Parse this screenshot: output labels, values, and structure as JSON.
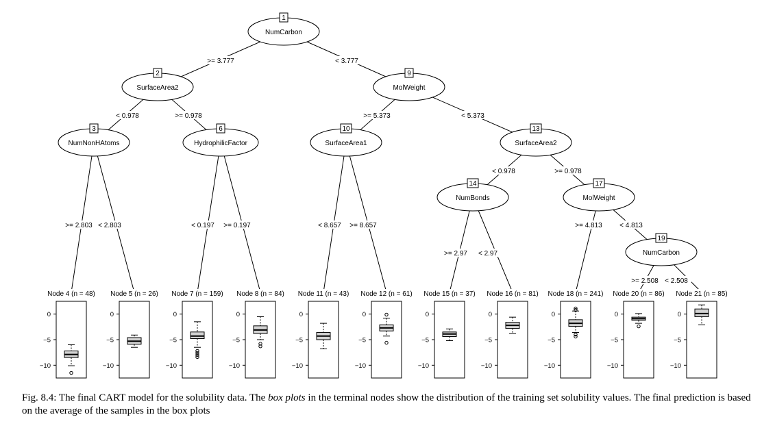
{
  "nodes": [
    {
      "id": "1",
      "var": "NumCarbon"
    },
    {
      "id": "2",
      "var": "SurfaceArea2"
    },
    {
      "id": "3",
      "var": "NumNonHAtoms"
    },
    {
      "id": "6",
      "var": "HydrophilicFactor"
    },
    {
      "id": "9",
      "var": "MolWeight"
    },
    {
      "id": "10",
      "var": "SurfaceArea1"
    },
    {
      "id": "13",
      "var": "SurfaceArea2"
    },
    {
      "id": "14",
      "var": "NumBonds"
    },
    {
      "id": "17",
      "var": "MolWeight"
    },
    {
      "id": "19",
      "var": "NumCarbon"
    }
  ],
  "split_labels": [
    ">= 3.777",
    "< 3.777",
    "< 0.978",
    ">= 0.978",
    ">= 5.373",
    "< 5.373",
    ">= 2.803",
    "< 2.803",
    "< 0.197",
    ">= 0.197",
    "< 8.657",
    ">= 8.657",
    "< 0.978",
    ">= 0.978",
    ">= 2.97",
    "< 2.97",
    ">= 4.813",
    "< 4.813",
    ">= 2.508",
    "< 2.508"
  ],
  "chart_data": {
    "type": "boxplot",
    "y_ticks": [
      0,
      -5,
      -10
    ],
    "ylim": [
      -12.5,
      2.5
    ],
    "terminal_nodes": [
      {
        "label": "Node 4 (n = 48)",
        "q1": -8.5,
        "median": -7.9,
        "q3": -7.2,
        "whisker_low": -10.1,
        "whisker_high": -6.0,
        "outliers": [
          -11.5
        ]
      },
      {
        "label": "Node 5 (n = 26)",
        "q1": -5.9,
        "median": -5.3,
        "q3": -4.6,
        "whisker_low": -6.5,
        "whisker_high": -4.1,
        "outliers": []
      },
      {
        "label": "Node 7 (n = 159)",
        "q1": -4.8,
        "median": -4.3,
        "q3": -3.5,
        "whisker_low": -6.5,
        "whisker_high": -1.5,
        "outliers": [
          -7.2,
          -7.6,
          -8.0,
          -8.4
        ]
      },
      {
        "label": "Node 8 (n = 84)",
        "q1": -3.8,
        "median": -3.1,
        "q3": -2.3,
        "whisker_low": -5.0,
        "whisker_high": -0.5,
        "outliers": [
          -5.8,
          -6.3
        ]
      },
      {
        "label": "Node 11 (n = 43)",
        "q1": -5.0,
        "median": -4.3,
        "q3": -3.6,
        "whisker_low": -6.8,
        "whisker_high": -1.8,
        "outliers": []
      },
      {
        "label": "Node 12 (n = 61)",
        "q1": -3.3,
        "median": -2.7,
        "q3": -2.1,
        "whisker_low": -4.3,
        "whisker_high": -0.8,
        "outliers": [
          -0.1,
          -5.6
        ]
      },
      {
        "label": "Node 15 (n = 37)",
        "q1": -4.4,
        "median": -3.9,
        "q3": -3.5,
        "whisker_low": -5.2,
        "whisker_high": -2.9,
        "outliers": []
      },
      {
        "label": "Node 16 (n = 81)",
        "q1": -2.8,
        "median": -2.2,
        "q3": -1.6,
        "whisker_low": -3.8,
        "whisker_high": -0.6,
        "outliers": []
      },
      {
        "label": "Node 18 (n = 241)",
        "q1": -2.4,
        "median": -1.8,
        "q3": -1.1,
        "whisker_low": -3.6,
        "whisker_high": 0.6,
        "outliers": [
          0.8,
          1.1,
          -4.0,
          -4.4
        ]
      },
      {
        "label": "Node 20 (n = 86)",
        "q1": -1.2,
        "median": -0.9,
        "q3": -0.6,
        "whisker_low": -1.8,
        "whisker_high": 0.1,
        "outliers": [
          -2.4
        ]
      },
      {
        "label": "Node 21 (n = 85)",
        "q1": -0.5,
        "median": 0.1,
        "q3": 1.0,
        "whisker_low": -2.1,
        "whisker_high": 1.8,
        "outliers": []
      }
    ]
  },
  "caption": {
    "prefix": "Fig. 8.4: The final CART model for the solubility data. The ",
    "em": "box plots",
    "suffix": " in the terminal nodes show the distribution of the training set solubility values. The final prediction is based on the average of the samples in the box plots"
  }
}
